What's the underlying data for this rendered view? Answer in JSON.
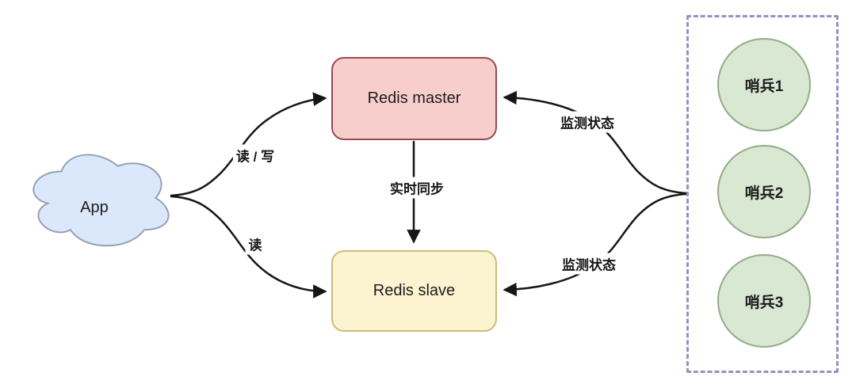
{
  "nodes": {
    "app": {
      "label": "App"
    },
    "master": {
      "label": "Redis master"
    },
    "slave": {
      "label": "Redis slave"
    },
    "sentinels": [
      {
        "label": "哨兵1"
      },
      {
        "label": "哨兵2"
      },
      {
        "label": "哨兵3"
      }
    ]
  },
  "edges": {
    "app_to_master": {
      "label": "读 / 写"
    },
    "app_to_slave": {
      "label": "读"
    },
    "master_to_slave": {
      "label": "实时同步"
    },
    "sentinels_to_master": {
      "label": "监测状态"
    },
    "sentinels_to_slave": {
      "label": "监测状态"
    }
  },
  "colors": {
    "background": "#ffffff",
    "app_fill": "#dbe8fb",
    "app_stroke": "#97a1b4",
    "master_fill": "#f8cecc",
    "master_stroke": "#9b4a50",
    "slave_fill": "#fcf3d0",
    "slave_stroke": "#ccbd77",
    "sentinel_fill": "#d9e8d3",
    "sentinel_stroke": "#93ab87",
    "sentinel_box_stroke": "#9093c3",
    "edge_line": "#161616"
  }
}
